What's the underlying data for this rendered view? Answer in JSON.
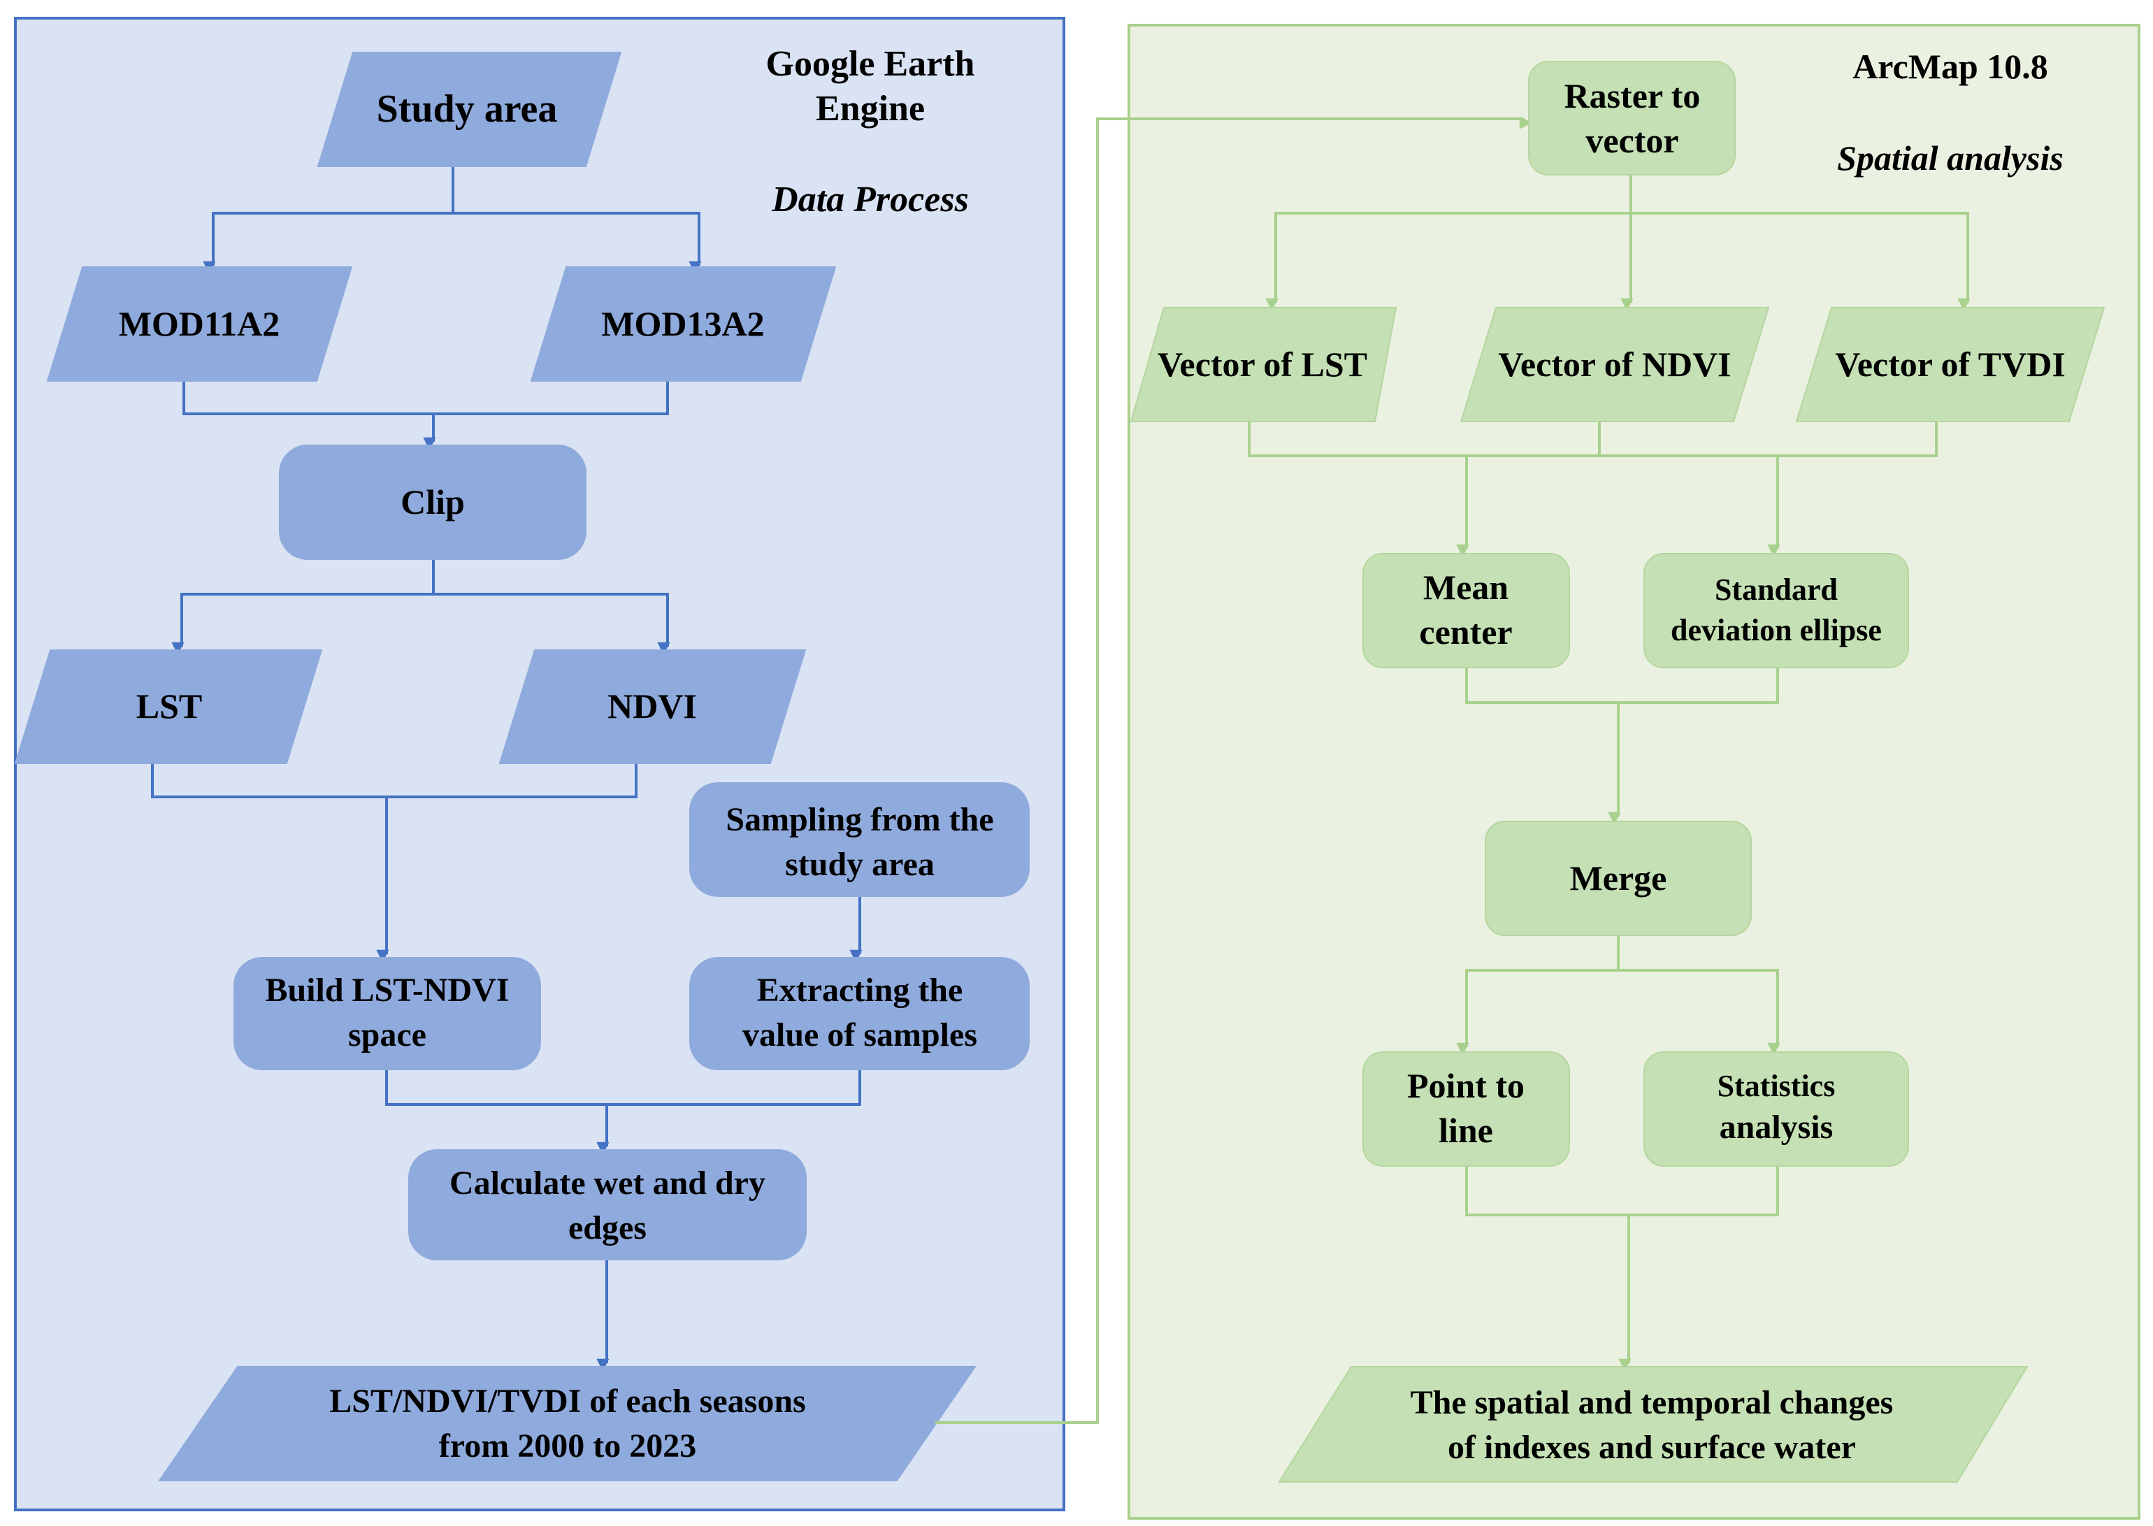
{
  "left_panel": {
    "title_line1": "Google Earth",
    "title_line2": "Engine",
    "subtitle": "Data Process",
    "nodes": {
      "study_area": "Study area",
      "mod11a2": "MOD11A2",
      "mod13a2": "MOD13A2",
      "clip": "Clip",
      "lst": "LST",
      "ndvi": "NDVI",
      "sampling_l1": "Sampling from the",
      "sampling_l2": "study area",
      "build_l1": "Build LST-NDVI",
      "build_l2": "space",
      "extract_l1": "Extracting the",
      "extract_l2": "value of  samples",
      "calc_l1": "Calculate  wet and dry",
      "calc_l2": "edges",
      "output_l1": "LST/NDVI/TVDI of each seasons",
      "output_l2": "from 2000 to 2023"
    }
  },
  "right_panel": {
    "title": "ArcMap 10.8",
    "subtitle": "Spatial analysis",
    "nodes": {
      "raster_l1": "Raster to",
      "raster_l2": "vector",
      "vec_lst": "Vector of LST",
      "vec_ndvi": "Vector of NDVI",
      "vec_tvdi": "Vector of TVDI",
      "mean_l1": "Mean",
      "mean_l2": "center",
      "sde_l1": "Standard",
      "sde_l2": "deviation ellipse",
      "merge": "Merge",
      "p2l_l1": "Point to",
      "p2l_l2": "line",
      "stats_l1": "Statistics",
      "stats_l2": "analysis",
      "final_l1": "The spatial and temporal changes",
      "final_l2": "of indexes and surface water"
    }
  },
  "colors": {
    "left_panel_fill": "#dae3f3",
    "left_panel_border": "#4472c4",
    "left_node": "#8faadc",
    "right_panel_fill": "#ebf1e0",
    "right_panel_border": "#a9d18e",
    "right_node": "#c5e0b4"
  }
}
